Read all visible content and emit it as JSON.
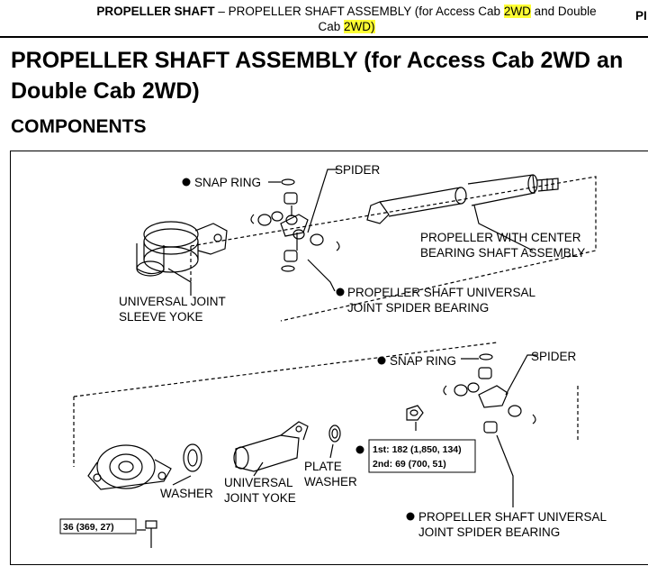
{
  "header": {
    "section": "PROPELLER SHAFT",
    "dash": "–",
    "prefix": "PROPELLER SHAFT ASSEMBLY (for Access Cab",
    "hl1": "2WD",
    "middle": "and Double",
    "line2_pre": "Cab",
    "hl2": "2WD)",
    "right_cut": "PI"
  },
  "title": {
    "line1": "PROPELLER SHAFT ASSEMBLY (for Access Cab 2WD an",
    "line2": "Double Cab 2WD)"
  },
  "subtitle": "COMPONENTS",
  "labels": {
    "snap_ring_top": "SNAP RING",
    "spider_top": "SPIDER",
    "propeller_center_1": "PROPELLER WITH CENTER",
    "propeller_center_2": "BEARING SHAFT ASSEMBLY",
    "uj_sleeve_1": "UNIVERSAL JOINT",
    "uj_sleeve_2": "SLEEVE YOKE",
    "spider_bearing_top_1": "PROPELLER SHAFT UNIVERSAL",
    "spider_bearing_top_2": "JOINT SPIDER BEARING",
    "snap_ring_bottom": "SNAP RING",
    "spider_bottom": "SPIDER",
    "washer": "WASHER",
    "uj_yoke_1": "UNIVERSAL",
    "uj_yoke_2": "JOINT YOKE",
    "plate_washer_1": "PLATE",
    "plate_washer_2": "WASHER",
    "torque_1": "1st: 182 (1,850, 134)",
    "torque_2": "2nd: 69 (700, 51)",
    "torque_bolt": "36 (369, 27)",
    "spider_bearing_bottom_1": "PROPELLER SHAFT UNIVERSAL",
    "spider_bearing_bottom_2": "JOINT SPIDER BEARING"
  },
  "colors": {
    "highlight": "#ffff33"
  }
}
